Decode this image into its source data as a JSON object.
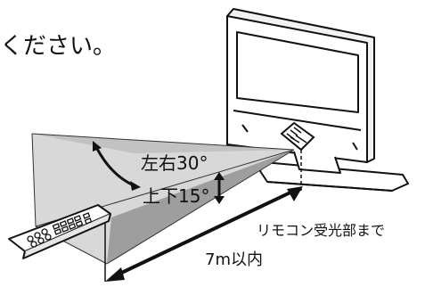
{
  "caption_fragment": "ください。",
  "labels": {
    "horizontal_angle": "左右30°",
    "vertical_angle": "上下15°",
    "receiver_reference": "リモコン受光部まで",
    "max_distance": "7m以内"
  },
  "colors": {
    "ink": "#111111",
    "cone_light": "#d6d6d6",
    "cone_dark": "#9a9a9a",
    "cone_mid": "#bdbdbd",
    "tv_frame": "#ffffff"
  },
  "icons": {
    "tv": "television",
    "remote": "remote-control",
    "receiver": "ir-receiver",
    "angle_arrow": "double-headed-arc-arrow",
    "distance_arrow": "double-headed-arrow"
  }
}
